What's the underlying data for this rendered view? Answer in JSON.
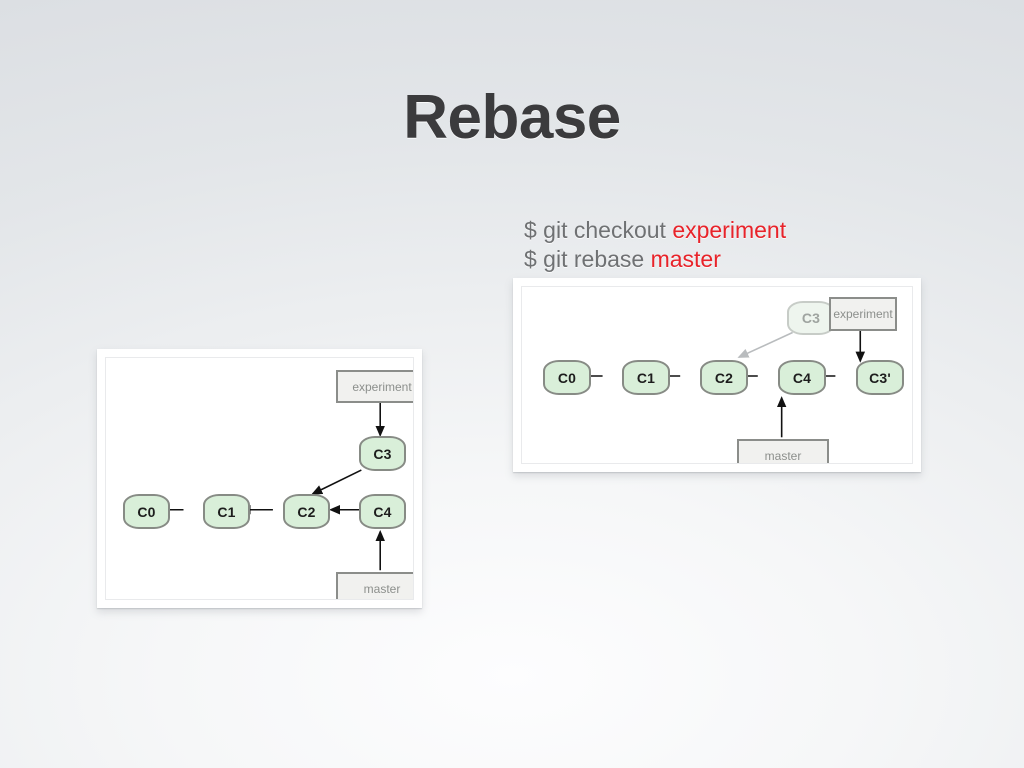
{
  "slide": {
    "title": "Rebase",
    "background_color": "#e8eaec",
    "title_color": "#3b3b3d"
  },
  "commands": {
    "accent_color": "#e8232a",
    "text_color": "#6f7173",
    "lines": [
      {
        "prompt": "$ git checkout ",
        "branch": "experiment"
      },
      {
        "prompt": "$ git rebase ",
        "branch": "master"
      }
    ]
  },
  "diagrams": [
    {
      "id": "before",
      "name": "before-rebase-diagram",
      "commits": [
        {
          "id": "c0",
          "label": "C0",
          "ghost": false
        },
        {
          "id": "c1",
          "label": "C1",
          "ghost": false
        },
        {
          "id": "c2",
          "label": "C2",
          "ghost": false
        },
        {
          "id": "c4",
          "label": "C4",
          "ghost": false
        },
        {
          "id": "c3",
          "label": "C3",
          "ghost": false
        }
      ],
      "refs": [
        {
          "id": "experiment",
          "label": "experiment",
          "points_to": "c3"
        },
        {
          "id": "master",
          "label": "master",
          "points_to": "c4"
        }
      ],
      "edges": [
        {
          "from": "c1",
          "to": "c0"
        },
        {
          "from": "c2",
          "to": "c1"
        },
        {
          "from": "c4",
          "to": "c2"
        },
        {
          "from": "c3",
          "to": "c2"
        }
      ]
    },
    {
      "id": "after",
      "name": "after-rebase-diagram",
      "commits": [
        {
          "id": "c0",
          "label": "C0",
          "ghost": false
        },
        {
          "id": "c1",
          "label": "C1",
          "ghost": false
        },
        {
          "id": "c2",
          "label": "C2",
          "ghost": false
        },
        {
          "id": "c4",
          "label": "C4",
          "ghost": false
        },
        {
          "id": "c3prime",
          "label": "C3'",
          "ghost": false
        },
        {
          "id": "c3old",
          "label": "C3",
          "ghost": true
        }
      ],
      "refs": [
        {
          "id": "experiment",
          "label": "experiment",
          "points_to": "c3prime"
        },
        {
          "id": "master",
          "label": "master",
          "points_to": "c4"
        }
      ],
      "edges": [
        {
          "from": "c1",
          "to": "c0"
        },
        {
          "from": "c2",
          "to": "c1"
        },
        {
          "from": "c4",
          "to": "c2"
        },
        {
          "from": "c3prime",
          "to": "c4"
        },
        {
          "from": "c3old",
          "to": "c2",
          "faded": true
        }
      ]
    }
  ],
  "colors": {
    "commit_fill": "#d9efd9",
    "commit_border": "#878b85",
    "commit_ghost_fill": "#eef5ee",
    "commit_ghost_border": "#c7ccc7",
    "ref_fill": "#f1f1ef",
    "ref_border": "#8b8d8a",
    "arrow": "#111111",
    "arrow_faded": "#b9bcbe"
  }
}
